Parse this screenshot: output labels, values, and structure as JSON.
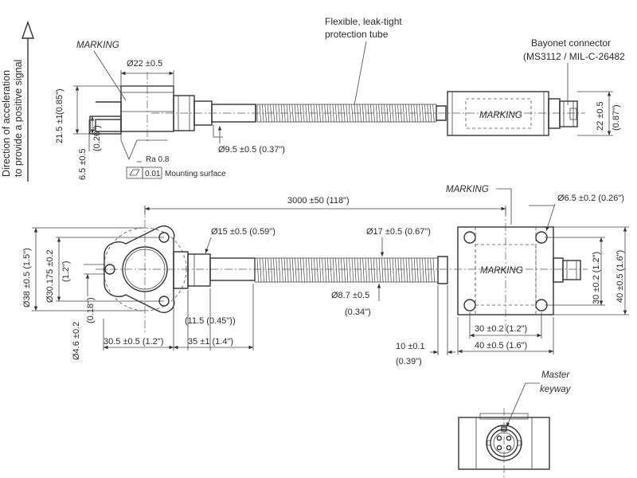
{
  "side_view": {
    "direction_label_line1": "Direction of acceleration",
    "direction_label_line2": "to provide a positive signal",
    "marking_label": "MARKING",
    "dim_top_diameter": "Ø22 ±0.5",
    "dim_height_main": "21.5 ±1",
    "dim_height_main_inch": "(0.85\")",
    "dim_base_height": "6.5 ±0.5",
    "dim_base_height_inch": "(0.26\")",
    "roughness": "Ra 0.8",
    "flatness_value": "0.01",
    "mounting_surface": "Mounting surface",
    "tube_label_line1": "Flexible, leak-tight",
    "tube_label_line2": "protection tube",
    "dim_tube_diameter": "Ø9.5 ±0.5 (0.37\")",
    "connector_label_line1": "Bayonet connector",
    "connector_label_line2": "(MS3112 / MIL-C-26482",
    "box_marking": "MARKING",
    "dim_box_height": "22 ±0.5",
    "dim_box_height_inch": "(0.87\")"
  },
  "top_view": {
    "dim_length": "3000 ±50 (118\")",
    "dim_flange_diameter": "Ø38 ±0.5 (1.5\")",
    "dim_bolt_circle": "Ø30.175 ±0.2",
    "dim_bolt_circle_inch": "(1.2\")",
    "dim_hole_diameter": "Ø4.6 ±0.2",
    "dim_hole_diameter_inch": "(0.18\")",
    "dim_body_diameter": "Ø15 ±0.5 (0.59\")",
    "dim_tube_outer": "Ø17 ±0.5 (0.67\")",
    "dim_tube_inner": "Ø8.7 ±0.5",
    "dim_tube_inner_inch": "(0.34\")",
    "dim_neck": "(11.5 (0.45\"))",
    "dim_left_offset": "30.5 ±0.5 (1.2\")",
    "dim_nut_length": "35 ±1 (1.4\")",
    "box_marking_label": "MARKING",
    "box_marking": "MARKING",
    "dim_mount_hole": "Ø6.5 ±0.2 (0.26\")",
    "dim_hole_spacing_v": "30 ±0.2 (1.2\")",
    "dim_box_height_v": "40 ±0.5 (1.6\")",
    "dim_hole_spacing_h": "30 ±0.2 (1.2\")",
    "dim_box_width_h": "40 ±0.5 (1.6\")",
    "dim_connector_offset": "10 ±0.1",
    "dim_connector_offset_inch": "(0.39\")"
  },
  "connector_view": {
    "label_line1": "Master",
    "label_line2": "keyway"
  }
}
